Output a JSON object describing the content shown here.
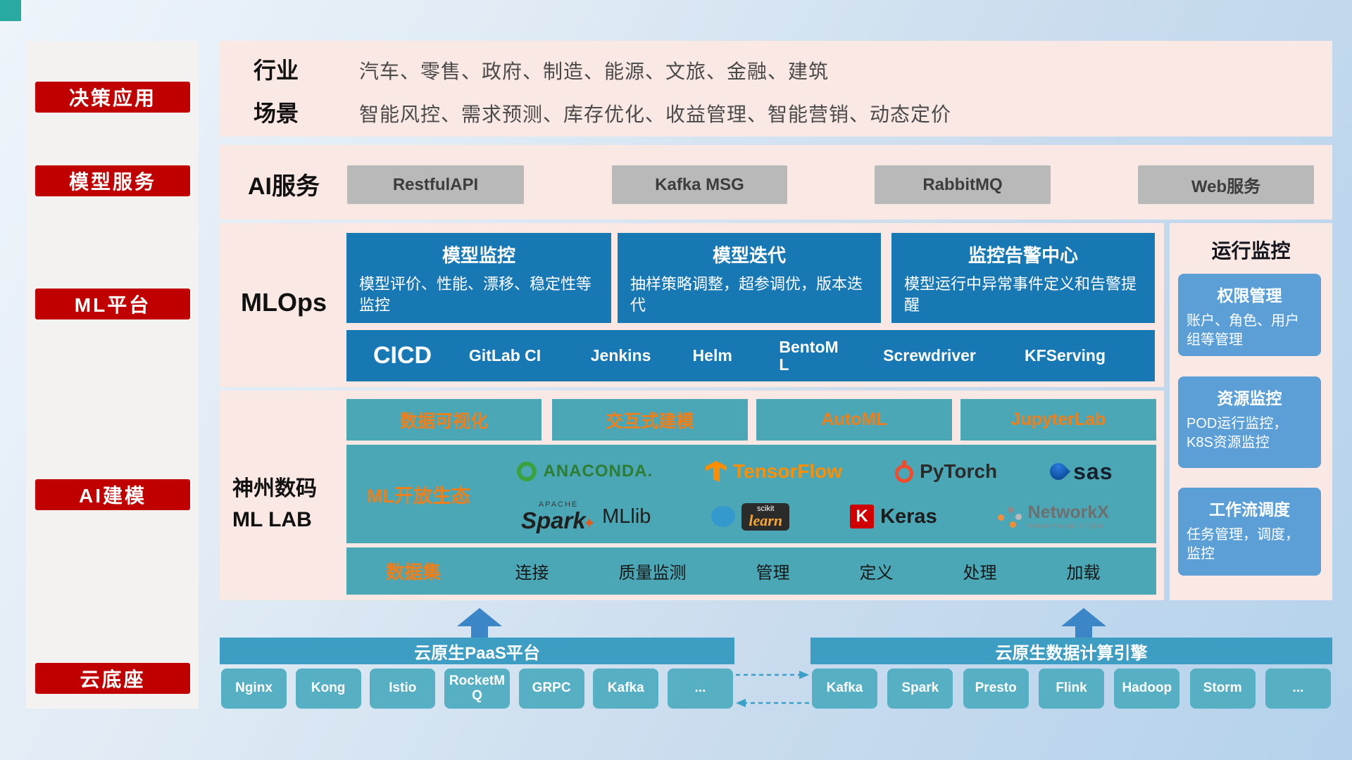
{
  "sidebar": {
    "items": [
      {
        "label": "决策应用"
      },
      {
        "label": "模型服务"
      },
      {
        "label": "ML平台"
      },
      {
        "label": "AI建模"
      },
      {
        "label": "云底座"
      }
    ]
  },
  "business": {
    "industry_label": "行业",
    "industry_value": "汽车、零售、政府、制造、能源、文旅、金融、建筑",
    "scene_label": "场景",
    "scene_value": "智能风控、需求预测、库存优化、收益管理、智能营销、动态定价"
  },
  "ai_service": {
    "label": "AI服务",
    "items": [
      {
        "label": "RestfulAPI"
      },
      {
        "label": "Kafka MSG"
      },
      {
        "label": "RabbitMQ"
      },
      {
        "label": "Web服务"
      }
    ]
  },
  "mlops": {
    "label": "MLOps",
    "cards": [
      {
        "title": "模型监控",
        "desc": "模型评价、性能、漂移、稳定性等监控"
      },
      {
        "title": "模型迭代",
        "desc": "抽样策略调整，超参调优，版本迭代"
      },
      {
        "title": "监控告警中心",
        "desc": "模型运行中异常事件定义和告警提醒"
      }
    ],
    "cicd_label": "CICD",
    "cicd_items": [
      {
        "label": "GitLab CI"
      },
      {
        "label": "Jenkins"
      },
      {
        "label": "Helm"
      },
      {
        "label": "BentoML"
      },
      {
        "label": "Screwdriver"
      },
      {
        "label": "KFServing"
      }
    ]
  },
  "monitoring": {
    "title": "运行监控",
    "cards": [
      {
        "title": "权限管理",
        "desc": "账户、角色、用户组等管理"
      },
      {
        "title": "资源监控",
        "desc": "POD运行监控，K8S资源监控"
      },
      {
        "title": "工作流调度",
        "desc": "任务管理，调度，监控"
      }
    ]
  },
  "mllab": {
    "label_line1": "神州数码",
    "label_line2": "ML LAB",
    "tools": [
      {
        "label": "数据可视化"
      },
      {
        "label": "交互式建模"
      },
      {
        "label": "AutoML"
      },
      {
        "label": "JupyterLab"
      }
    ],
    "eco_label": "ML开放生态",
    "logos": {
      "anaconda": "ANACONDA.",
      "tensorflow": "TensorFlow",
      "pytorch": "PyTorch",
      "sas": "sas",
      "spark_top": "APACHE",
      "spark": "Spark",
      "spark_star": "✦",
      "mllib": "MLlib",
      "scikit_top": "scikit",
      "scikit": "learn",
      "keras_k": "K",
      "keras": "Keras",
      "networkx": "NetworkX",
      "networkx_sub": "Network Analysis in Python"
    },
    "dataset_label": "数据集",
    "dataset_items": [
      {
        "label": "连接"
      },
      {
        "label": "质量监测"
      },
      {
        "label": "管理"
      },
      {
        "label": "定义"
      },
      {
        "label": "处理"
      },
      {
        "label": "加载"
      }
    ]
  },
  "foundation": {
    "paas": {
      "title": "云原生PaaS平台",
      "items": [
        {
          "label": "Nginx"
        },
        {
          "label": "Kong"
        },
        {
          "label": "Istio"
        },
        {
          "label": "RocketMQ"
        },
        {
          "label": "GRPC"
        },
        {
          "label": "Kafka"
        },
        {
          "label": "..."
        }
      ]
    },
    "engine": {
      "title": "云原生数据计算引擎",
      "items": [
        {
          "label": "Kafka"
        },
        {
          "label": "Spark"
        },
        {
          "label": "Presto"
        },
        {
          "label": "Flink"
        },
        {
          "label": "Hadoop"
        },
        {
          "label": "Storm"
        },
        {
          "label": "..."
        }
      ]
    }
  },
  "colors": {
    "accent_red": "#c00000",
    "panel_pink": "#fae8e4",
    "mlops_blue": "#1878b4",
    "monitor_blue": "#5b9fd6",
    "lab_teal": "#4ba7b6",
    "foundation_teal": "#3d9dc2",
    "highlight_orange": "#ef7f1a"
  }
}
